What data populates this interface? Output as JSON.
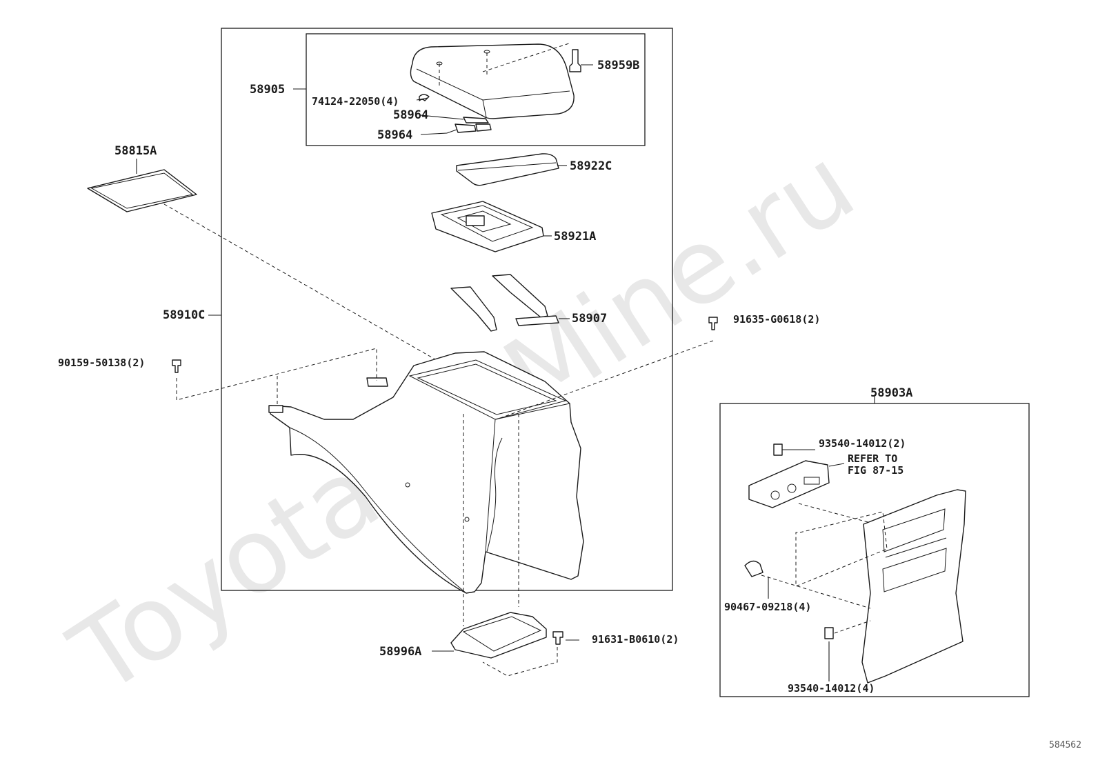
{
  "watermark": "ToyotaCarMine.ru",
  "figure_id": "584562",
  "parts": {
    "p58905": "58905",
    "p58959B": "58959B",
    "p74124": "74124-22050(4)",
    "p58964a": "58964",
    "p58964b": "58964",
    "p58815A": "58815A",
    "p58922C": "58922C",
    "p58921A": "58921A",
    "p58910C": "58910C",
    "p58907": "58907",
    "p91635": "91635-G0618(2)",
    "p90159": "90159-50138(2)",
    "p58903A": "58903A",
    "p93540a": "93540-14012(2)",
    "refer_line1": "REFER TO",
    "refer_line2": "FIG 87-15",
    "p90467": "90467-09218(4)",
    "p93540b": "93540-14012(4)",
    "p58996A": "58996A",
    "p91631": "91631-B0610(2)"
  }
}
